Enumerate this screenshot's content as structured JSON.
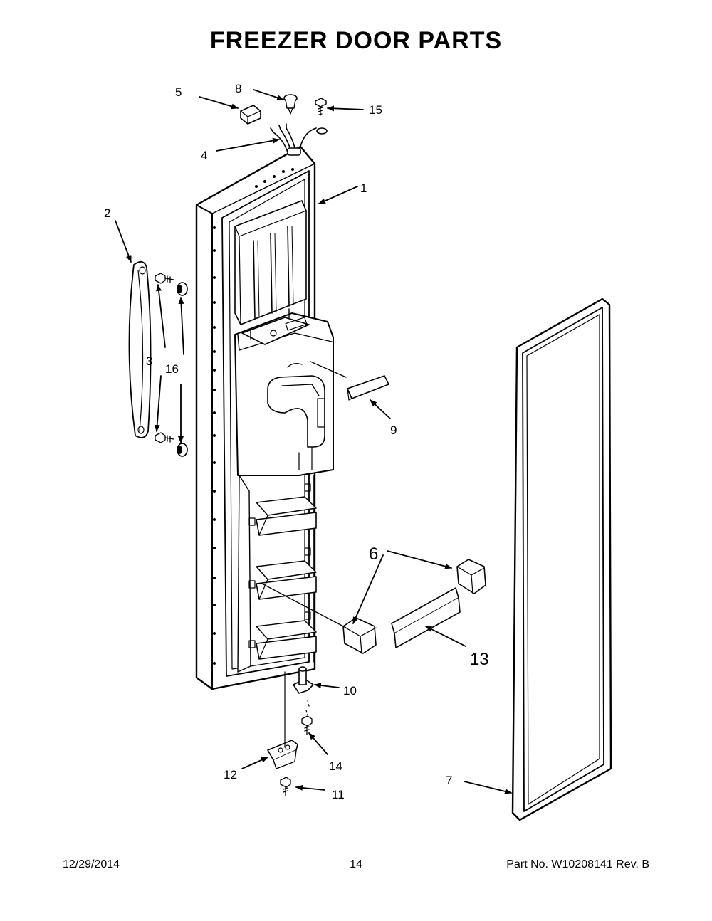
{
  "title": "FREEZER DOOR PARTS",
  "callouts": [
    {
      "id": "1",
      "label": "1"
    },
    {
      "id": "2",
      "label": "2"
    },
    {
      "id": "3",
      "label": "3"
    },
    {
      "id": "4",
      "label": "4"
    },
    {
      "id": "5",
      "label": "5"
    },
    {
      "id": "6",
      "label": "6"
    },
    {
      "id": "7",
      "label": "7"
    },
    {
      "id": "8",
      "label": "8"
    },
    {
      "id": "9",
      "label": "9"
    },
    {
      "id": "10",
      "label": "10"
    },
    {
      "id": "11",
      "label": "11"
    },
    {
      "id": "12",
      "label": "12"
    },
    {
      "id": "13",
      "label": "13"
    },
    {
      "id": "14",
      "label": "14"
    },
    {
      "id": "15",
      "label": "15"
    },
    {
      "id": "16",
      "label": "16"
    }
  ],
  "footer": {
    "date": "12/29/2014",
    "page": "14",
    "part_number": "Part No.  W10208141  Rev.  B"
  }
}
